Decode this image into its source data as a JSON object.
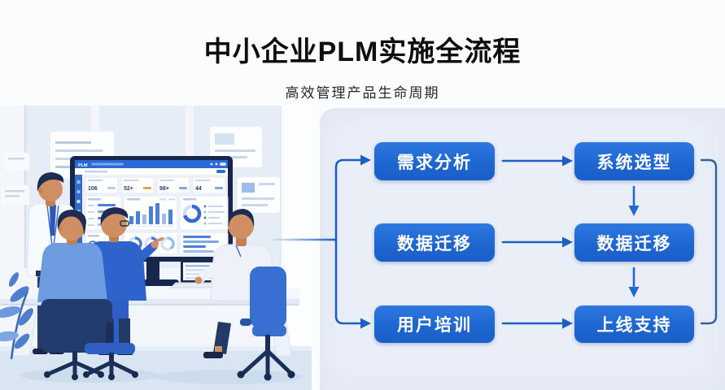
{
  "header": {
    "title": "中小企业PLM实施全流程",
    "subtitle": "高效管理产品生命周期"
  },
  "flow": {
    "rows": [
      {
        "left": "需求分析",
        "right": "系统选型"
      },
      {
        "left": "数据迁移",
        "right": "数据迁移"
      },
      {
        "left": "用户培训",
        "right": "上线支持"
      }
    ]
  },
  "screen": {
    "brand": "PLM",
    "kpis": [
      "106",
      "52+",
      "98+",
      "44"
    ]
  },
  "colors": {
    "box_blue_top": "#2f78e2",
    "box_blue_bottom": "#1a5ec9",
    "arrow_blue": "#1e5ec6",
    "right_bracket": "#31609a",
    "panel_bg": "#e9eef7",
    "dashboard_header": "#2a6ad4",
    "chair_navy": "#223c70",
    "chair_blue": "#3a6fd2"
  }
}
